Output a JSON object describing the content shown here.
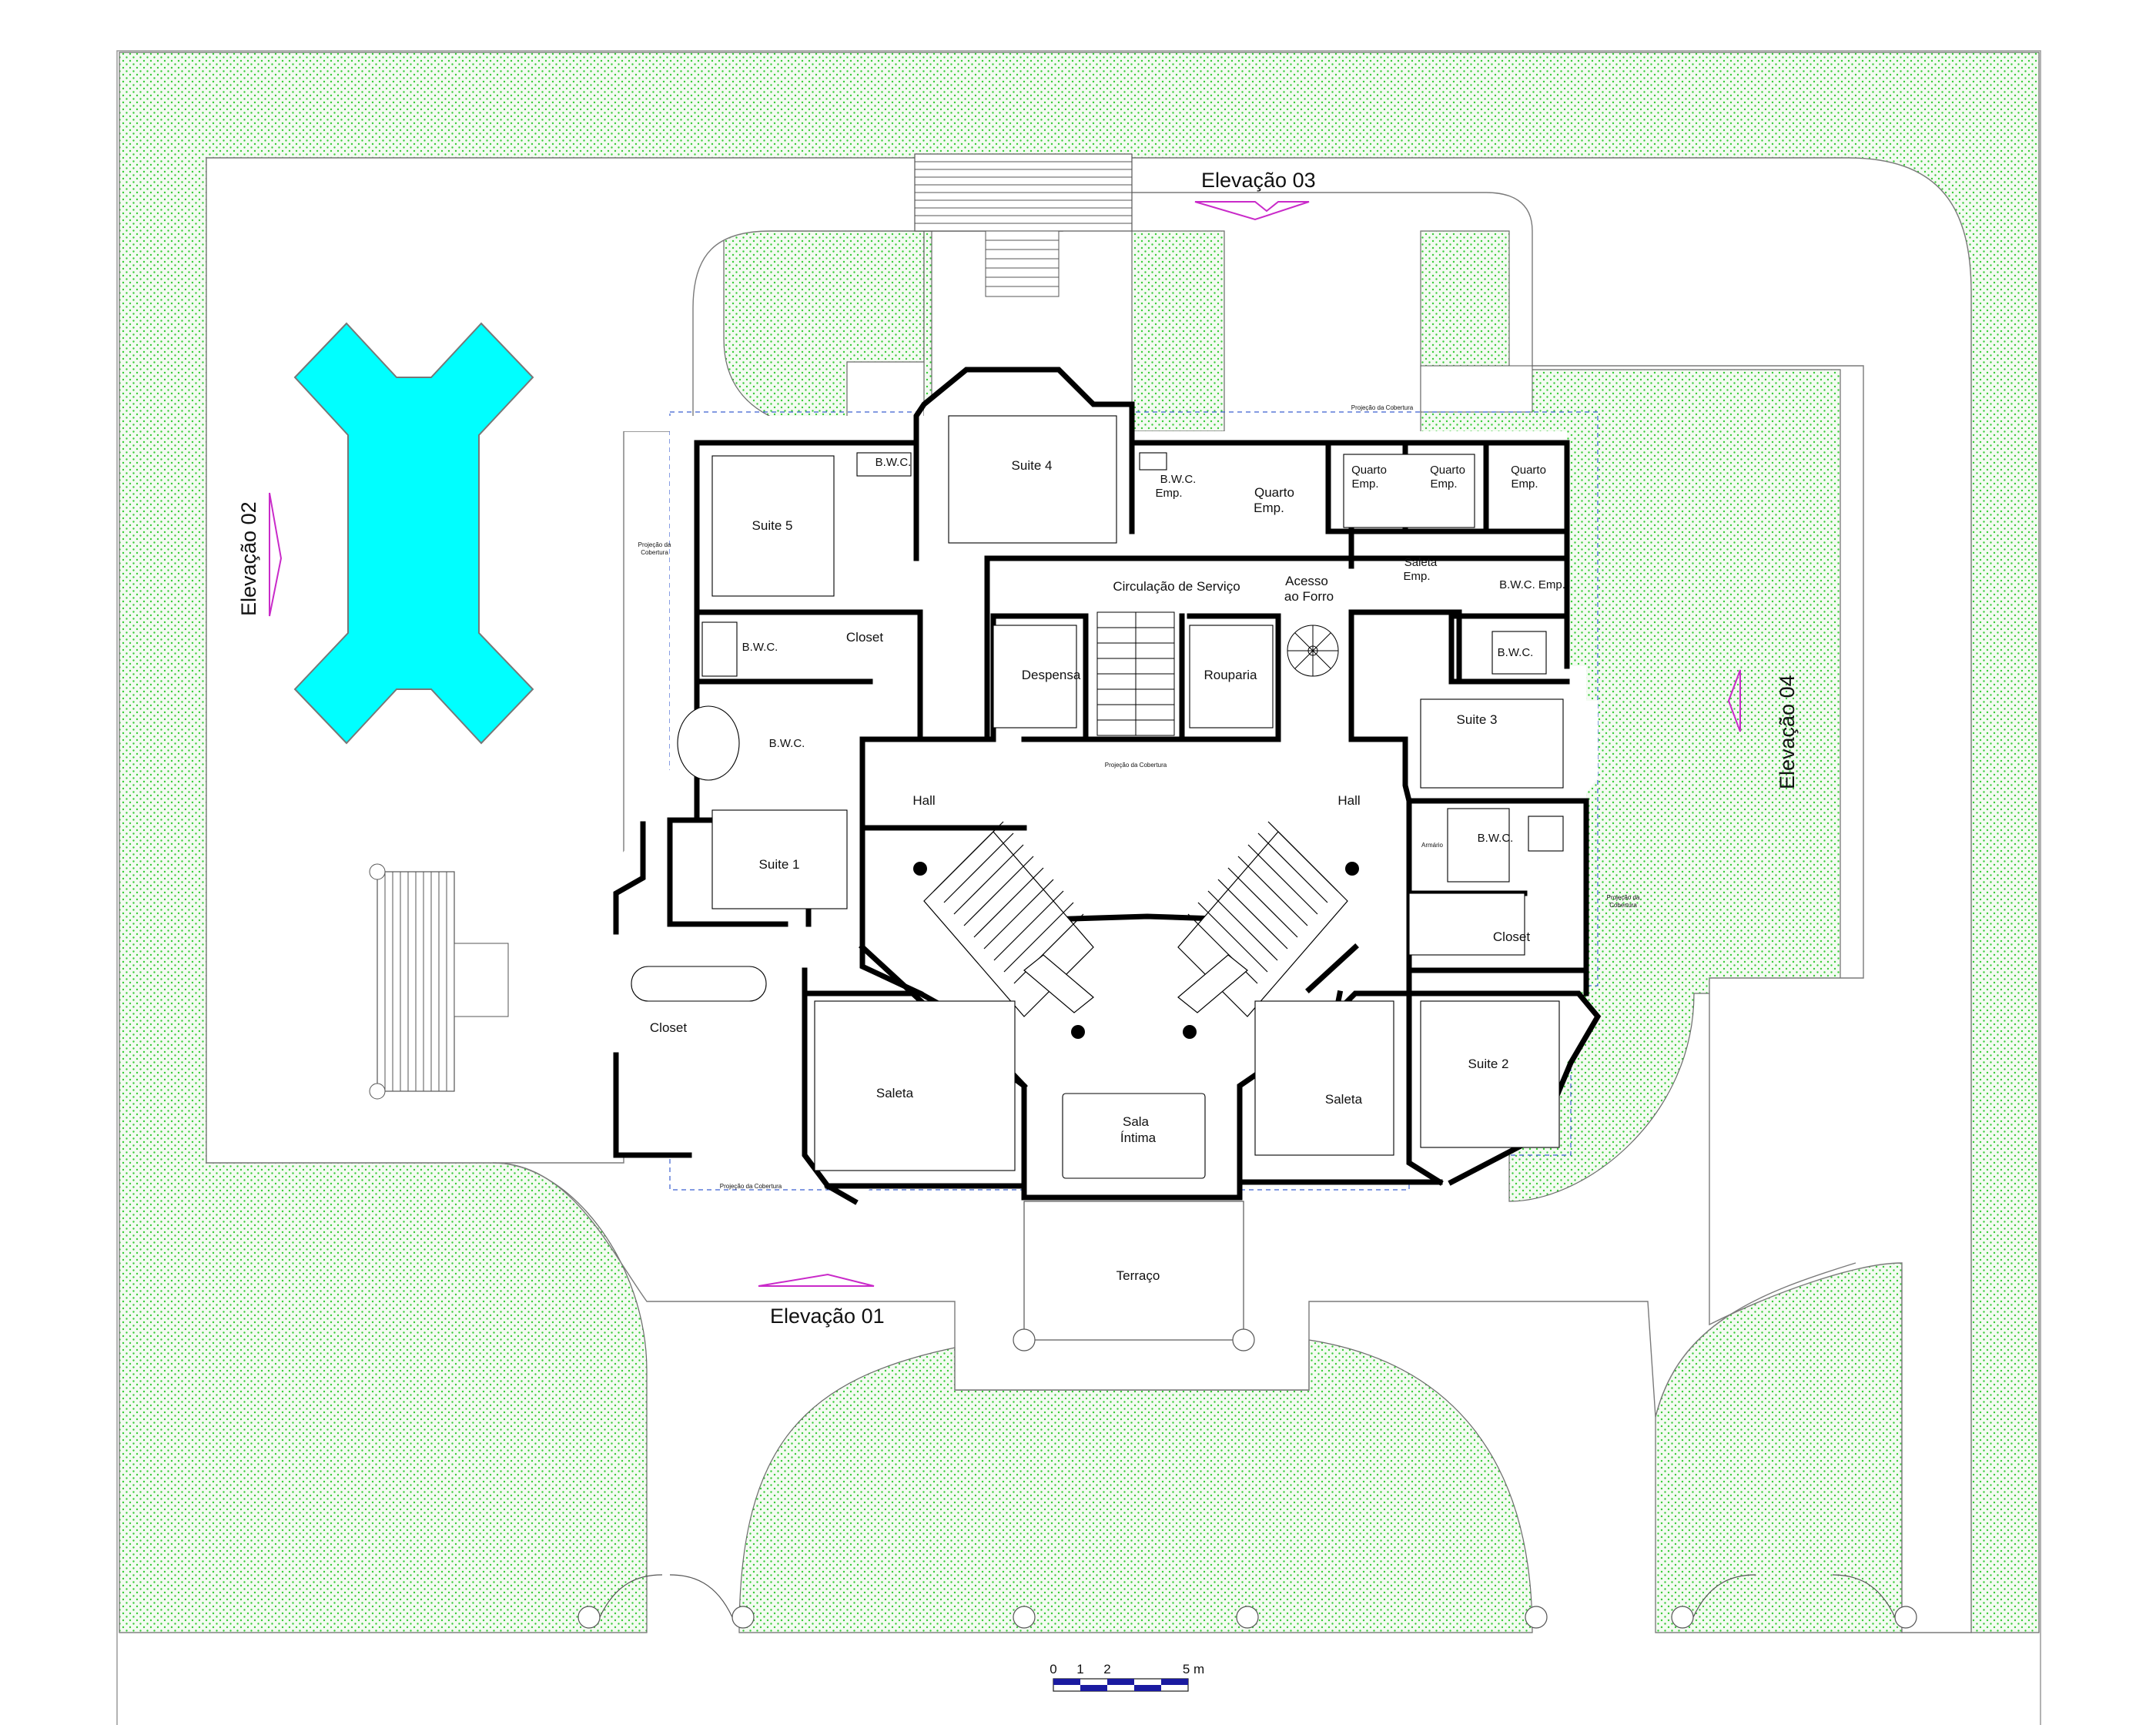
{
  "rooms": {
    "suite5": "Suite 5",
    "suite4": "Suite 4",
    "suite1": "Suite 1",
    "suite2": "Suite 2",
    "suite3": "Suite 3",
    "bwc_top": "B.W.C.",
    "bwc_emp_top": "B.W.C.",
    "bwc_emp_top_2": "Emp.",
    "quarto_emp_a_1": "Quarto",
    "quarto_emp_a_2": "Emp.",
    "quarto_emp_b_1": "Quarto",
    "quarto_emp_b_2": "Emp.",
    "quarto_emp_c_1": "Quarto",
    "quarto_emp_c_2": "Emp.",
    "quarto_emp_d_1": "Quarto",
    "quarto_emp_d_2": "Emp.",
    "saleta_emp_1": "Saleta",
    "saleta_emp_2": "Emp.",
    "bwc_emp_right": "B.W.C. Emp.",
    "circulacao": "Circulação de Serviço",
    "acesso_1": "Acesso",
    "acesso_2": "ao Forro",
    "bwc_s5": "B.W.C.",
    "closet_s5": "Closet",
    "bwc_left": "B.W.C.",
    "despensa": "Despensa",
    "rouparia": "Rouparia",
    "bwc_right_upper": "B.W.C.",
    "hall_left": "Hall",
    "hall_right": "Hall",
    "armario": "Armário",
    "bwc_s2": "B.W.C.",
    "closet_s2": "Closet",
    "closet_left": "Closet",
    "saleta_left": "Saleta",
    "saleta_right": "Saleta",
    "sala_1": "Sala",
    "sala_2": "Íntima",
    "terraco": "Terraço"
  },
  "annotations": {
    "projecao_top": "Projeção da Cobertura",
    "projecao_left_1": "Projeção da",
    "projecao_left_2": "Cobertura",
    "projecao_right_1": "Projeção da",
    "projecao_right_2": "Cobertura",
    "projecao_center": "Projeção da Cobertura",
    "projecao_bottom": "Projeção da Cobertura"
  },
  "elevations": {
    "e01": "Elevação 01",
    "e02": "Elevação 02",
    "e03": "Elevação 03",
    "e04": "Elevação 04"
  },
  "scale": {
    "t0": "0",
    "t1": "1",
    "t2": "2",
    "t5": "5 m"
  },
  "colors": {
    "pool": "#00ffff",
    "vegetation_dots": "#33cc33",
    "walls": "#000000",
    "projection_lines": "#3a5fd0",
    "elevation_markers": "#c92ac9",
    "scale_bar": "#1a1aa0"
  }
}
